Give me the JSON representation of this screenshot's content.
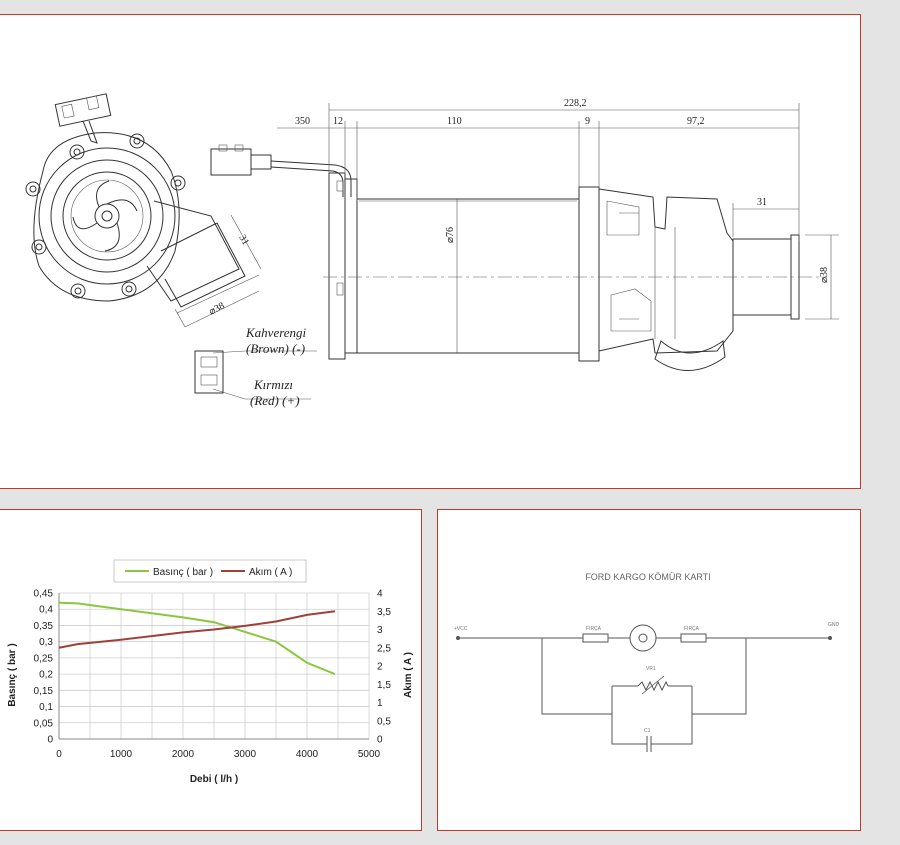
{
  "drawing": {
    "dimensions": {
      "overall": "228,2",
      "cable": "350",
      "flange": "12",
      "motor": "110",
      "gap": "9",
      "pump": "97,2",
      "outlet_len": "31",
      "outlet_dia": "38",
      "motor_dia": "76",
      "front_len": "31",
      "front_dia": "38"
    },
    "wires": {
      "brown_tr": "Kahverengi",
      "brown_en": "(Brown) (-)",
      "red_tr": "Kırmızı",
      "red_en": "(Red) (+)"
    }
  },
  "chart_data": {
    "type": "line",
    "x": [
      0,
      300,
      1000,
      2000,
      2500,
      3000,
      3500,
      4000,
      4450
    ],
    "xlabel": "Debi ( l/h )",
    "ylabel": "Basınç ( bar )",
    "y2label": "Akım ( A )",
    "xlim": [
      0,
      5000
    ],
    "ylim": [
      0,
      0.45
    ],
    "y2lim": [
      0,
      4
    ],
    "xticks": [
      "0",
      "1000",
      "2000",
      "3000",
      "4000",
      "5000"
    ],
    "yticks": [
      "0",
      "0,05",
      "0,1",
      "0,15",
      "0,2",
      "0,25",
      "0,3",
      "0,35",
      "0,4",
      "0,45"
    ],
    "y2ticks": [
      "0",
      "0,5",
      "1",
      "1,5",
      "2",
      "2,5",
      "3",
      "3,5",
      "4"
    ],
    "grid": true,
    "legend_position": "top",
    "series": [
      {
        "name": "Basınç ( bar )",
        "axis": "left",
        "color": "#8cc63f",
        "values": [
          0.42,
          0.418,
          0.4,
          0.375,
          0.36,
          0.33,
          0.3,
          0.235,
          0.2
        ]
      },
      {
        "name": "Akım ( A )",
        "axis": "right",
        "color": "#a0403a",
        "values": [
          2.5,
          2.6,
          2.72,
          2.92,
          3.0,
          3.1,
          3.22,
          3.4,
          3.5
        ]
      }
    ]
  },
  "circuit": {
    "title": "FORD KARGO KÖMÜR KARTI",
    "vcc": "+VCC",
    "gnd": "GND",
    "brush1": "FIRÇA",
    "brush2": "FIRÇA",
    "varistor": "VR1",
    "capacitor": "C1"
  }
}
